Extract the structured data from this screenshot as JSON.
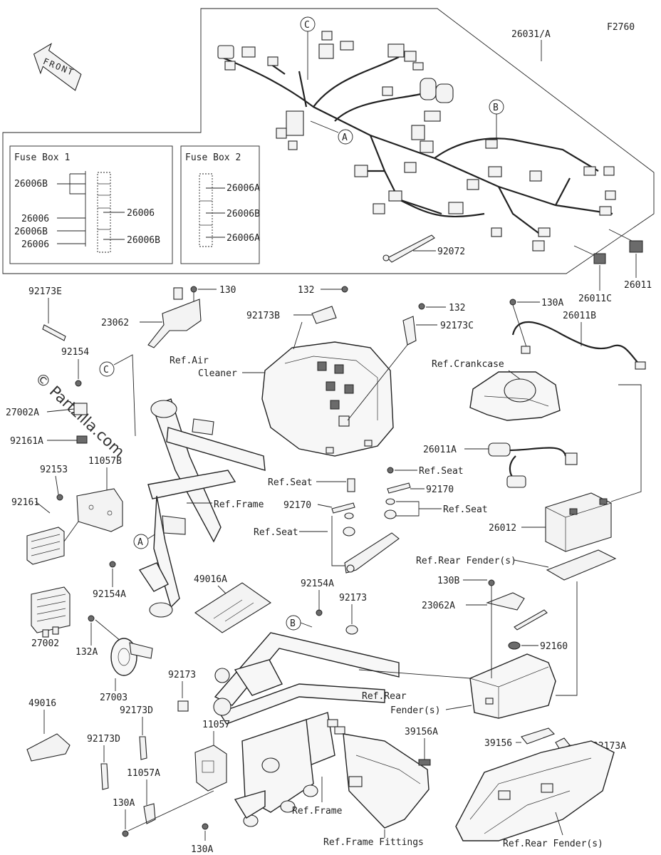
{
  "figure_code": "F2760",
  "front_label": "FRONT",
  "watermark": "© Partzilla.com",
  "fuse_box_1": {
    "title": "Fuse Box 1",
    "labels": [
      "26006B",
      "26006",
      "26006B",
      "26006"
    ],
    "right_labels": [
      "26006",
      "26006B"
    ]
  },
  "fuse_box_2": {
    "title": "Fuse Box 2",
    "labels": [
      "26006A",
      "26006B",
      "26006A"
    ]
  },
  "callouts": [
    "A",
    "B",
    "C"
  ],
  "labels": {
    "l_26031A": "26031/A",
    "l_92072": "92072",
    "l_26011": "26011",
    "l_26011C": "26011C",
    "l_92173E": "92173E",
    "l_130": "130",
    "l_23062": "23062",
    "l_132a": "132",
    "l_92173B": "92173B",
    "l_132b": "132",
    "l_92173C": "92173C",
    "l_130A_top": "130A",
    "l_26011B": "26011B",
    "l_92154": "92154",
    "l_ref_air": "Ref.Air",
    "l_cleaner": "Cleaner",
    "l_ref_crankcase": "Ref.Crankcase",
    "l_27002A": "27002A",
    "l_92161A": "92161A",
    "l_11057B": "11057B",
    "l_92153": "92153",
    "l_92161": "92161",
    "l_ref_frame_mid": "Ref.Frame",
    "l_26011A": "26011A",
    "l_ref_seat_1": "Ref.Seat",
    "l_ref_seat_2": "Ref.Seat",
    "l_92170_r": "92170",
    "l_92170_l": "92170",
    "l_ref_seat_3": "Ref.Seat",
    "l_ref_seat_4": "Ref.Seat",
    "l_26012": "26012",
    "l_92154A_l": "92154A",
    "l_ref_rear_fender_1": "Ref.Rear Fender(s)",
    "l_49016A": "49016A",
    "l_92154A_m": "92154A",
    "l_92173_m": "92173",
    "l_130B": "130B",
    "l_23062A": "23062A",
    "l_27002": "27002",
    "l_132A": "132A",
    "l_92160": "92160",
    "l_27003": "27003",
    "l_92173_l": "92173",
    "l_ref_rear_fender_2a": "Ref.Rear",
    "l_ref_rear_fender_2b": "Fender(s)",
    "l_49016": "49016",
    "l_92173D_a": "92173D",
    "l_11057": "11057",
    "l_39156A": "39156A",
    "l_39156": "39156",
    "l_92173A": "92173A",
    "l_92173D_b": "92173D",
    "l_11057A": "11057A",
    "l_130A_l": "130A",
    "l_ref_frame_bottom": "Ref.Frame",
    "l_130A_b": "130A",
    "l_ref_frame_fittings": "Ref.Frame Fittings",
    "l_ref_rear_fender_3": "Ref.Rear Fender(s)"
  }
}
